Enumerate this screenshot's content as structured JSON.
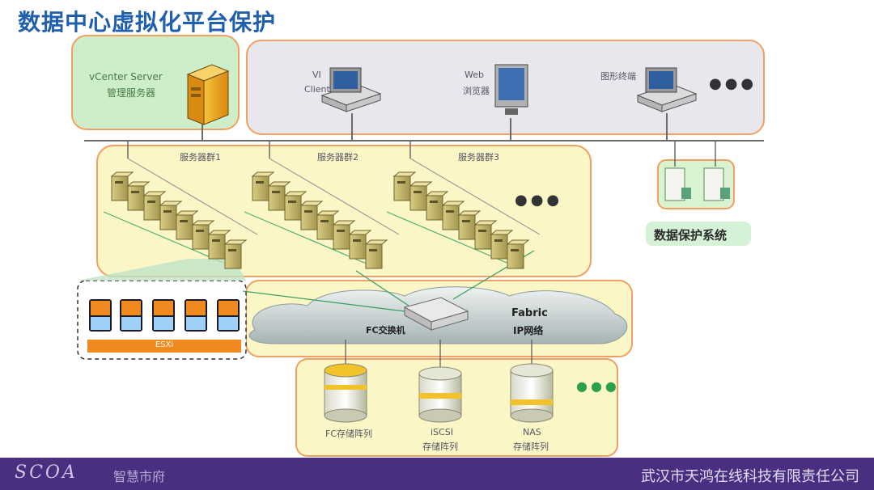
{
  "title": "数据中心虚拟化平台保护",
  "vcenter": {
    "name": "vCenter Server",
    "desc": "管理服务器"
  },
  "clients": [
    {
      "line1": "VI",
      "line2": "Client"
    },
    {
      "line1": "Web",
      "line2": "浏览器"
    },
    {
      "line1": "图形终端",
      "line2": ""
    }
  ],
  "clusters": [
    "服务器群1",
    "服务器群2",
    "服务器群3"
  ],
  "protection_system": "数据保护系统",
  "esxi_label": "ESXi",
  "network": {
    "switch": "FC交换机",
    "fabric": "Fabric",
    "ip": "IP网络"
  },
  "storage": [
    {
      "line1": "FC存储阵列",
      "line2": ""
    },
    {
      "line1": "iSCSI",
      "line2": "存储阵列"
    },
    {
      "line1": "NAS",
      "line2": "存储阵列"
    }
  ],
  "ellipsis": "●●●",
  "colors": {
    "title": "#1f5fae",
    "box_border": "#f0a060",
    "footer": "#4a2f80",
    "panel_yellow": "#fbf6c6"
  },
  "footer": {
    "logo": "SCOA",
    "tagline": "智慧市府",
    "company": "武汉市天鸿在线科技有限责任公司"
  }
}
